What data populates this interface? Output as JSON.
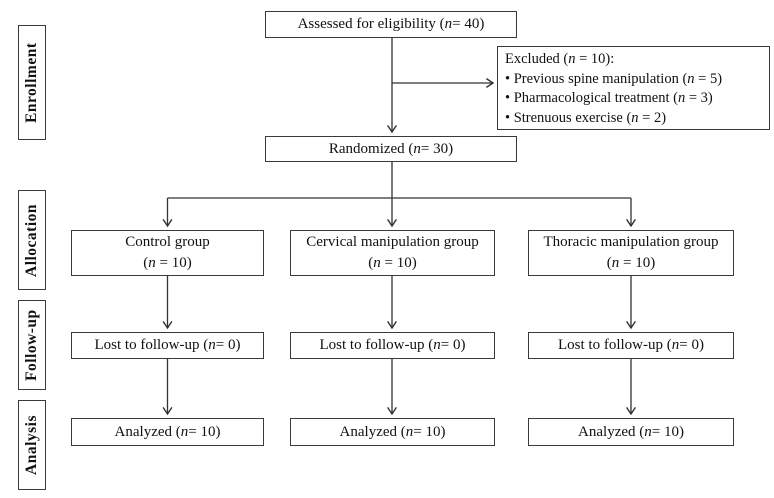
{
  "flowchart": {
    "side_labels": [
      "Enrollment",
      "Allocation",
      "Follow-up",
      "Analysis"
    ],
    "nodes": {
      "assessed": "Assessed for eligibility (n = 40)",
      "excluded": {
        "title": "Excluded (n = 10):",
        "items": [
          "• Previous spine manipulation (n = 5)",
          "• Pharmacological treatment (n = 3)",
          "• Strenuous exercise (n = 2)"
        ]
      },
      "randomized": "Randomized (n = 30)",
      "groups": [
        {
          "name": "Control group",
          "n": "(n = 10)"
        },
        {
          "name": "Cervical manipulation group",
          "n": "(n = 10)"
        },
        {
          "name": "Thoracic manipulation group",
          "n": "(n = 10)"
        }
      ],
      "followup": [
        "Lost to follow-up (n = 0)",
        "Lost to follow-up (n = 0)",
        "Lost to follow-up (n = 0)"
      ],
      "analyzed": [
        "Analyzed (n = 10)",
        "Analyzed (n = 10)",
        "Analyzed (n = 10)"
      ]
    },
    "colors": {
      "border": "#3a3a3a",
      "line": "#333333",
      "text": "#111111",
      "background": "#ffffff"
    }
  }
}
